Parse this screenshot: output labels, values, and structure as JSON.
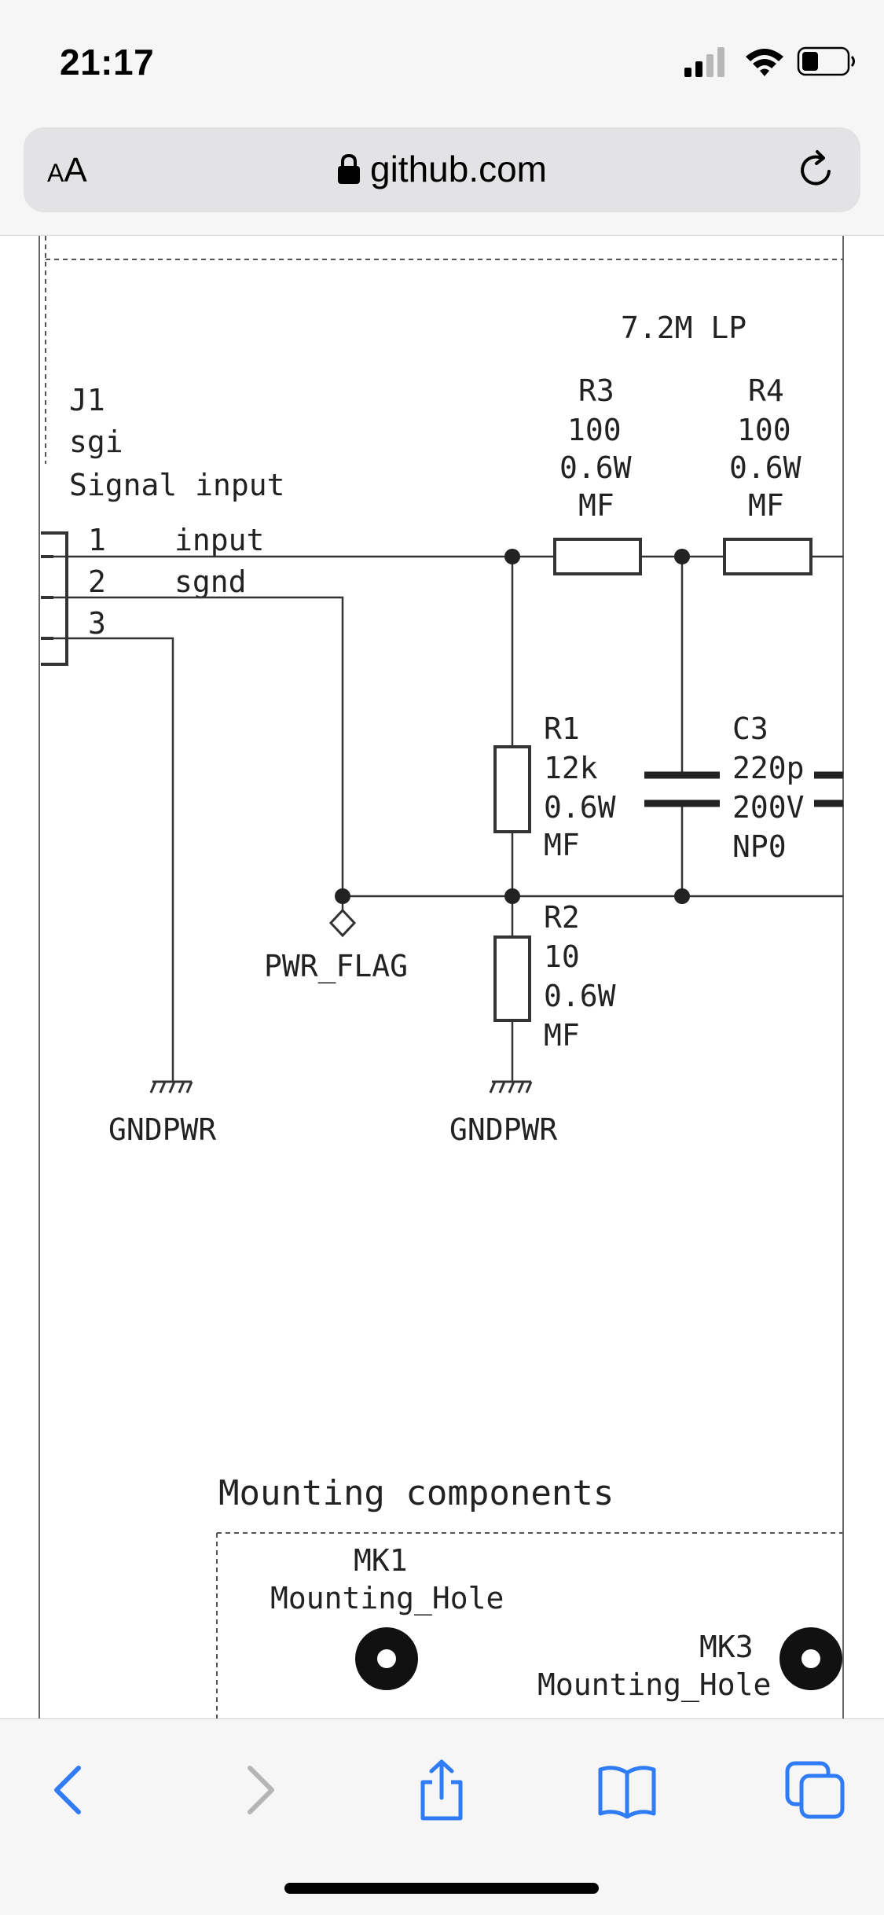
{
  "status_bar": {
    "time": "21:17",
    "icons": [
      "cellular-signal-icon",
      "wifi-icon",
      "battery-icon"
    ]
  },
  "browser": {
    "text_size_label_small": "A",
    "text_size_label_large": "A",
    "url": "github.com",
    "icons": [
      "lock-icon",
      "reload-icon"
    ]
  },
  "schematic": {
    "lp_label": "7.2M LP",
    "j1": {
      "ref": "J1",
      "value": "sgi",
      "name": "Signal input",
      "pins": [
        {
          "num": "1",
          "net": "input"
        },
        {
          "num": "2",
          "net": "sgnd"
        },
        {
          "num": "3",
          "net": ""
        }
      ]
    },
    "r3": {
      "ref": "R3",
      "value": "100",
      "power": "0.6W",
      "type": "MF"
    },
    "r4": {
      "ref": "R4",
      "value": "100",
      "power": "0.6W",
      "type": "MF"
    },
    "r1": {
      "ref": "R1",
      "value": "12k",
      "power": "0.6W",
      "type": "MF"
    },
    "c3": {
      "ref": "C3",
      "value": "220p",
      "voltage": "200V",
      "type": "NP0"
    },
    "r2": {
      "ref": "R2",
      "value": "10",
      "power": "0.6W",
      "type": "MF"
    },
    "pwr_flag": "PWR_FLAG",
    "gnd_left": "GNDPWR",
    "gnd_mid": "GNDPWR",
    "mounting_title": "Mounting components",
    "mk1": {
      "ref": "MK1",
      "name": "Mounting_Hole"
    },
    "mk3": {
      "ref": "MK3",
      "name": "Mounting_Hole"
    }
  },
  "toolbar": {
    "icons": [
      "back-icon",
      "forward-icon",
      "share-icon",
      "bookmarks-icon",
      "tabs-icon"
    ]
  },
  "colors": {
    "accent": "#2f7cf6",
    "disabled": "#b5b5b8",
    "wire": "#333333"
  }
}
